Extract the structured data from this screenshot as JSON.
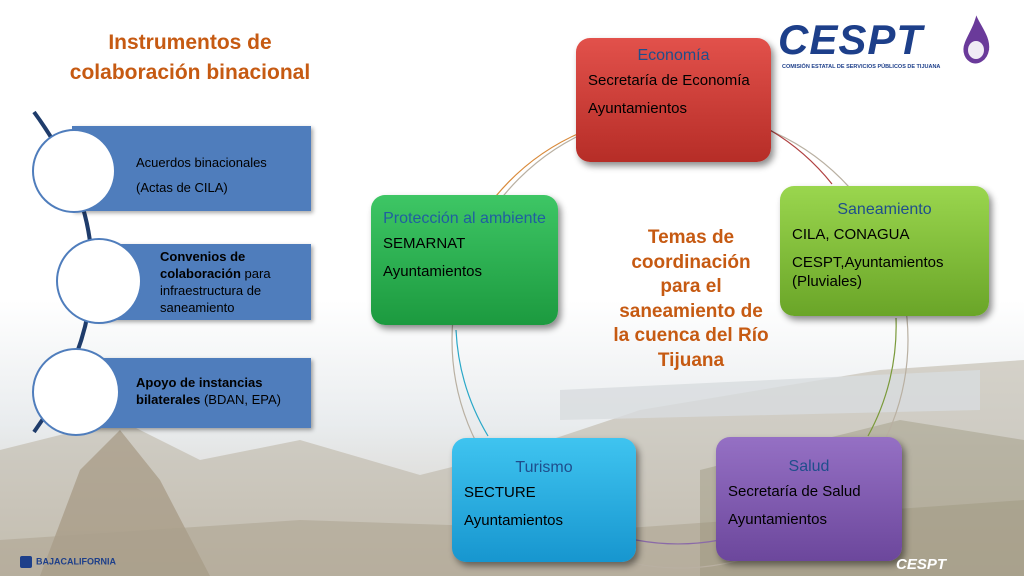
{
  "title": {
    "line1": "Instrumentos de",
    "line2": "colaboración binacional"
  },
  "logo": {
    "name": "CESPT",
    "subtitle": "COMISIÓN ESTATAL DE SERVICIOS PÚBLICOS DE TIJUANA",
    "color": "#1d3f8a"
  },
  "footer": {
    "left_logo": "BAJACALIFORNIA",
    "right_logo": "CESPT"
  },
  "instruments": [
    {
      "bold": "",
      "head": "Acuerdos binacionales",
      "rest": "(Actas de CILA)"
    },
    {
      "bold": "Convenios de colaboración",
      "rest": " para infraestructura de saneamiento"
    },
    {
      "bold": "Apoyo de instancias bilaterales",
      "rest": " (BDAN, EPA)"
    }
  ],
  "center_text": "Temas de coordinación para el saneamiento de la cuenca del Río Tijuana",
  "nodes": {
    "economia": {
      "title": "Economía",
      "lines": [
        "Secretaría de Economía",
        "Ayuntamientos"
      ],
      "color": "#c9352f"
    },
    "saneamiento": {
      "title": "Saneamiento",
      "lines": [
        "CILA, CONAGUA",
        "CESPT,Ayuntamientos (Pluviales)"
      ],
      "color": "#7dbb35"
    },
    "salud": {
      "title": "Salud",
      "lines": [
        "Secretaría de Salud",
        "Ayuntamientos"
      ],
      "color": "#7e58b0"
    },
    "turismo": {
      "title": "Turismo",
      "lines": [
        "SECTURE",
        "Ayuntamientos"
      ],
      "color": "#22aee0"
    },
    "proteccion": {
      "title": "Protección al ambiente",
      "lines": [
        "SEMARNAT",
        "Ayuntamientos"
      ],
      "color": "#2aae52"
    }
  }
}
